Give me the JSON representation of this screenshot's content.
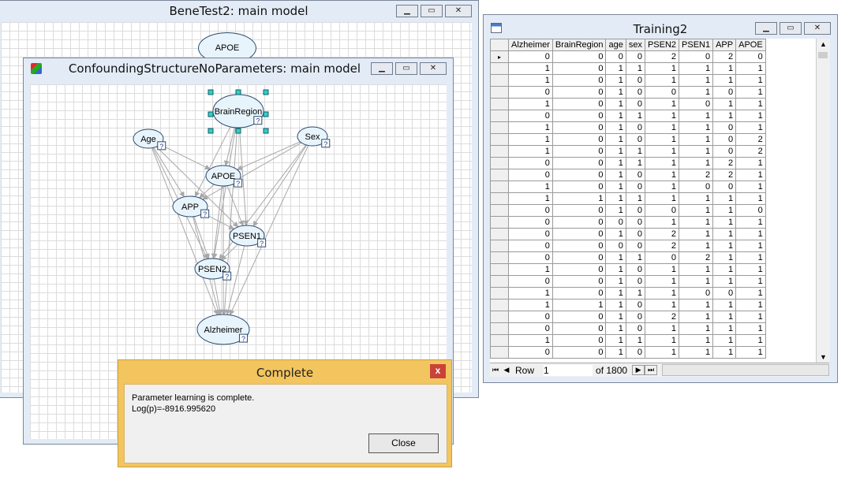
{
  "bene_window": {
    "title": "BeneTest2: main model",
    "apoe_label": "APOE"
  },
  "model_window": {
    "title": "ConfoundingStructureNoParameters: main model",
    "nodes": {
      "brainregion": "BrainRegion",
      "age": "Age",
      "sex": "Sex",
      "apoe": "APOE",
      "app": "APP",
      "psen1": "PSEN1",
      "psen2": "PSEN2",
      "alzheimer": "Alzheimer"
    },
    "node_badge": "?"
  },
  "window_controls": {
    "minimize": "▁",
    "maximize": "▭",
    "close": "✕"
  },
  "dialog": {
    "title": "Complete",
    "close_x": "x",
    "message_line1": "Parameter learning is complete.",
    "message_line2": "Log(p)=-8916.995620",
    "close_button": "Close"
  },
  "training_window": {
    "title": "Training2",
    "columns": [
      "Alzheimer",
      "BrainRegion",
      "age",
      "sex",
      "PSEN2",
      "PSEN1",
      "APP",
      "APOE"
    ],
    "current_row_marker": "▸",
    "rows": [
      [
        0,
        0,
        0,
        0,
        2,
        0,
        2,
        0
      ],
      [
        1,
        0,
        1,
        1,
        1,
        1,
        1,
        1
      ],
      [
        1,
        0,
        1,
        0,
        1,
        1,
        1,
        1
      ],
      [
        0,
        0,
        1,
        0,
        0,
        1,
        0,
        1
      ],
      [
        1,
        0,
        1,
        0,
        1,
        0,
        1,
        1
      ],
      [
        0,
        0,
        1,
        1,
        1,
        1,
        1,
        1
      ],
      [
        1,
        0,
        1,
        0,
        1,
        1,
        0,
        1
      ],
      [
        1,
        0,
        1,
        0,
        1,
        1,
        0,
        2
      ],
      [
        1,
        0,
        1,
        1,
        1,
        1,
        0,
        2
      ],
      [
        0,
        0,
        1,
        1,
        1,
        1,
        2,
        1
      ],
      [
        0,
        0,
        1,
        0,
        1,
        2,
        2,
        1
      ],
      [
        1,
        0,
        1,
        0,
        1,
        0,
        0,
        1
      ],
      [
        1,
        1,
        1,
        1,
        1,
        1,
        1,
        1
      ],
      [
        0,
        0,
        1,
        0,
        0,
        1,
        1,
        0
      ],
      [
        0,
        0,
        0,
        0,
        1,
        1,
        1,
        1
      ],
      [
        0,
        0,
        1,
        0,
        2,
        1,
        1,
        1
      ],
      [
        0,
        0,
        0,
        0,
        2,
        1,
        1,
        1
      ],
      [
        0,
        0,
        1,
        1,
        0,
        2,
        1,
        1
      ],
      [
        1,
        0,
        1,
        0,
        1,
        1,
        1,
        1
      ],
      [
        0,
        0,
        1,
        0,
        1,
        1,
        1,
        1
      ],
      [
        1,
        0,
        1,
        1,
        1,
        0,
        0,
        1
      ],
      [
        1,
        1,
        1,
        0,
        1,
        1,
        1,
        1
      ],
      [
        0,
        0,
        1,
        0,
        2,
        1,
        1,
        1
      ],
      [
        0,
        0,
        1,
        0,
        1,
        1,
        1,
        1
      ],
      [
        1,
        0,
        1,
        1,
        1,
        1,
        1,
        1
      ],
      [
        0,
        0,
        1,
        0,
        1,
        1,
        1,
        1
      ]
    ],
    "nav": {
      "first": "⏮",
      "prev": "◀",
      "row_label": "Row",
      "row_value": "1",
      "of_text": "of 1800",
      "next": "▶",
      "last": "⏭"
    }
  },
  "colors": {
    "node_fill": "#e8f4fb",
    "handle": "#33cccc",
    "dialog_frame": "#f3c55f",
    "dialog_close": "#c8423a",
    "window_frame": "#e3ecf6"
  }
}
